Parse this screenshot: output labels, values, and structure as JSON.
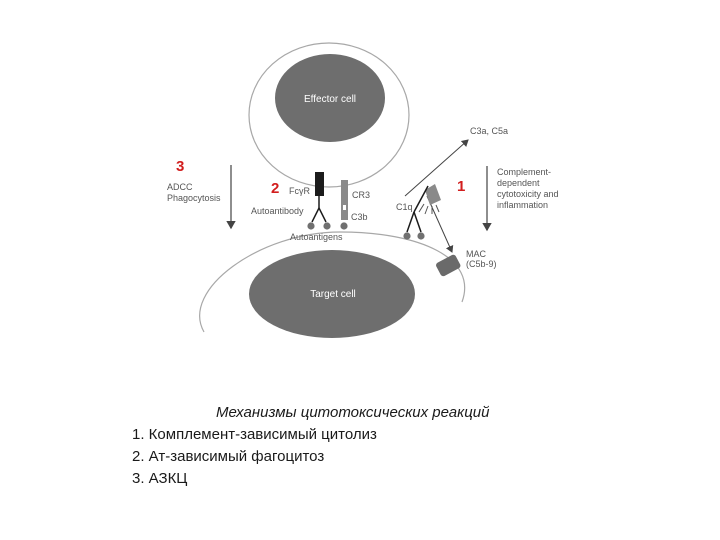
{
  "diagram": {
    "effector_cell": "Effector cell",
    "target_cell": "Target cell",
    "c3a_c5a": "C3a, C5a",
    "complement_text": [
      "Complement-",
      "dependent",
      "cytotoxicity and",
      "inflammation"
    ],
    "adcc_text": [
      "ADCC",
      "Phagocytosis"
    ],
    "fcr": "FcγR",
    "cr3": "CR3",
    "c3b": "C3b",
    "c1q": "C1q",
    "autoantibody": "Autoantibody",
    "autoantigens": "Autoantigens",
    "mac_text": [
      "MAC",
      "(C5b-9)"
    ],
    "num1": "1",
    "num2": "2",
    "num3": "3"
  },
  "caption": {
    "title": "Механизмы цитотоксических реакций",
    "items": [
      "1. Комплемент-зависимый цитолиз",
      "2. Ат-зависимый фагоцитоз",
      "3. АЗКЦ"
    ]
  },
  "colors": {
    "cell_fill": "#6e6e6e",
    "outline": "#a0a0a0",
    "number": "#d21e1e"
  }
}
